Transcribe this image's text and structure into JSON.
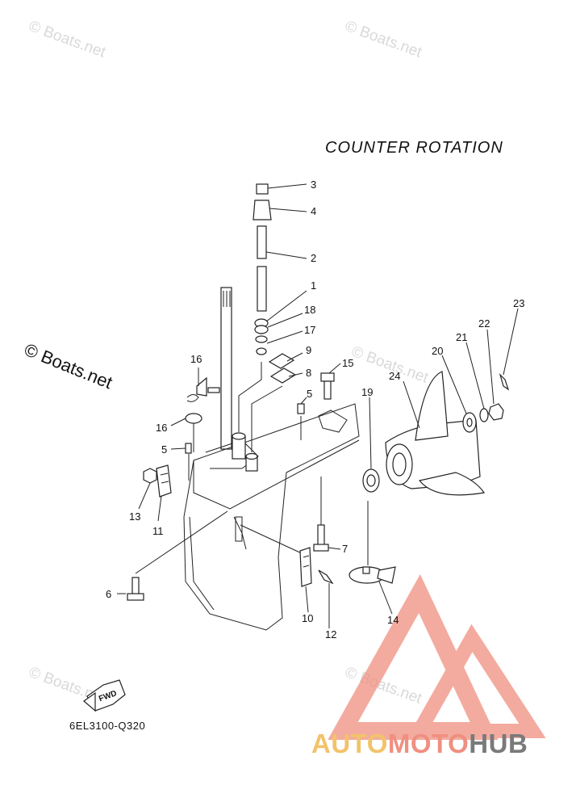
{
  "header": {
    "title": "COUNTER ROTATION"
  },
  "footer": {
    "diagram_code": "6EL3100-Q320"
  },
  "watermarks": {
    "light": "© Boats.net",
    "dark": "© Boats.net"
  },
  "brand": {
    "part1": "AUTO",
    "part2": "MOTO",
    "part3": "HUB",
    "color_auto": "#f2c36b",
    "color_moto": "#f08f80",
    "color_hub": "#7a7a7a"
  },
  "labels": {
    "p1": "1",
    "p2": "2",
    "p3": "3",
    "p4": "4",
    "p5a": "5",
    "p5b": "5",
    "p6": "6",
    "p7": "7",
    "p8": "8",
    "p9": "9",
    "p10": "10",
    "p11": "11",
    "p12": "12",
    "p13": "13",
    "p14": "14",
    "p15": "15",
    "p16a": "16",
    "p16b": "16",
    "p17": "17",
    "p18": "18",
    "p19": "19",
    "p20": "20",
    "p21": "21",
    "p22": "22",
    "p23": "23",
    "p24": "24"
  },
  "fwd_label": "FWD"
}
